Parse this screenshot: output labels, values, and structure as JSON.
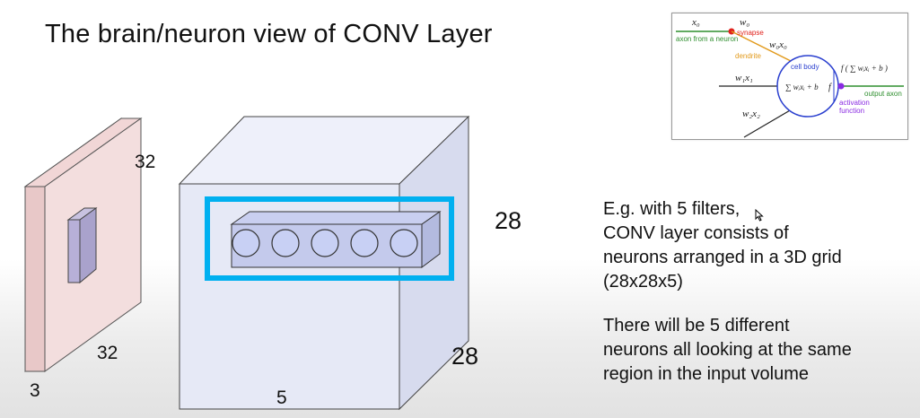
{
  "slide": {
    "title": "The brain/neuron view of CONV Layer"
  },
  "input_volume": {
    "height": "32",
    "width": "32",
    "depth": "3"
  },
  "output_volume": {
    "height": "28",
    "width": "28",
    "depth": "5"
  },
  "neuron_diagram": {
    "x0": "x₀",
    "w0": "w₀",
    "synapse": "synapse",
    "axon_from_neuron": "axon from a neuron",
    "w0x0": "w₀x₀",
    "dendrite": "dendrite",
    "cell_body": "cell body",
    "w1x1": "w₁x₁",
    "sum_expr": "∑ wᵢxᵢ + b",
    "f": "f",
    "f_expr": "f ( ∑ wᵢxᵢ + b )",
    "output_axon": "output axon",
    "activation": "activation",
    "function": "function",
    "w2x2": "w₂x₂"
  },
  "caption": {
    "line1": "E.g. with 5 filters,",
    "line2": "CONV layer consists of",
    "line3": "neurons arranged in a 3D grid",
    "line4": "(28x28x5)",
    "line5": "There will be 5 different",
    "line6": "neurons all looking at the same",
    "line7": "region in the input volume"
  },
  "colors": {
    "highlight": "#00b0f0",
    "input_face": "#f3dede",
    "cube_face": "#e6e9f6",
    "synapse": "#e0221c",
    "activation": "#8a2be2",
    "dendrite": "#e29a1c",
    "axon": "#2f8f2f",
    "cell_body": "#2a3fcf"
  }
}
